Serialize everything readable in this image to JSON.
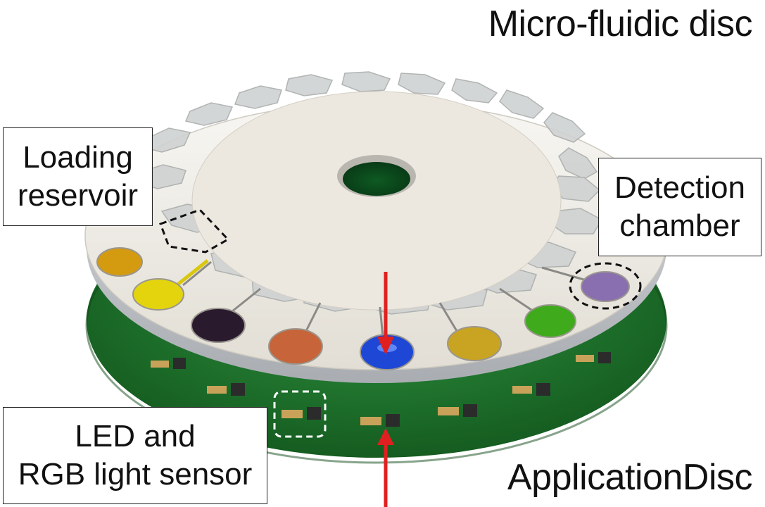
{
  "titles": {
    "top": "Micro-fluidic disc",
    "bottom": "ApplicationDisc"
  },
  "labels": {
    "loading_reservoir": [
      "Loading",
      "reservoir"
    ],
    "detection_chamber": [
      "Detection",
      "chamber"
    ],
    "led_sensor": [
      "LED and",
      "RGB light sensor"
    ]
  },
  "colors": {
    "pcb_green": "#1f7a2c",
    "arrow_red": "#e02020",
    "disc_white": "#e9e6df",
    "chamber_colors": [
      "#d49a10",
      "#e3d40e",
      "#2a1a2e",
      "#c7643a",
      "#1e47d6",
      "#c9a322",
      "#3faa1c",
      "#8a6fb0"
    ]
  }
}
